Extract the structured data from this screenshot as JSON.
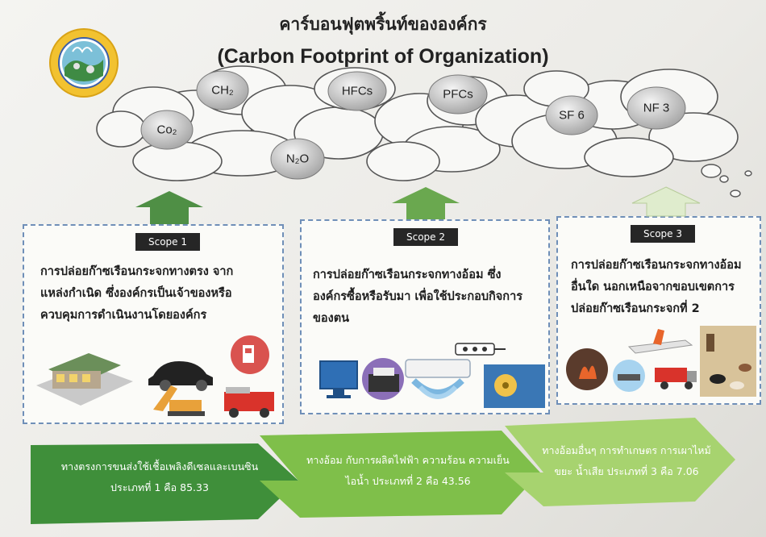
{
  "header": {
    "title_th": "คาร์บอนฟุตพริ้นท์ขององค์กร",
    "title_en": "(Carbon Footprint of Organization)"
  },
  "gases": [
    "Co₂",
    "CH₂",
    "N₂O",
    "HFCs",
    "PFCs",
    "SF 6",
    "NF 3"
  ],
  "scopes": [
    {
      "tag": "Scope 1",
      "desc": [
        "การปล่อยก๊าซเรือนกระจกทางตรง จาก",
        "แหล่งกำเนิด ซึ่งองค์กรเป็นเจ้าของหรือ",
        "ควบคุมการดำเนินงานโดยองค์กร"
      ]
    },
    {
      "tag": "Scope 2",
      "desc": [
        "การปล่อยก๊าซเรือนกระจกทางอ้อม ซึ่ง",
        "องค์กรซื้อหรือรับมา เพื่อใช้ประกอบกิจการ",
        "ของตน"
      ]
    },
    {
      "tag": "Scope 3",
      "desc": [
        "การปล่อยก๊าซเรือนกระจกทางอ้อม",
        "อื่นใด นอกเหนือจากขอบเขตการ",
        "ปล่อยก๊าซเรือนกระจกที่ 2"
      ]
    }
  ],
  "bands": [
    {
      "line1": "ทางตรงการขนส่งใช้เชื้อเพลิงดีเซลและเบนซิน",
      "line2": "ประเภทที่ 1 คือ 85.33",
      "color": "#3f8f3a"
    },
    {
      "line1": "ทางอ้อม กับการผลิตไฟฟ้า ความร้อน ความเย็น",
      "line2": "ไอน้ำ ประเภทที่ 2 คือ 43.56",
      "color": "#7fbf4a"
    },
    {
      "line1": "ทางอ้อมอื่นๆ การทำเกษตร การเผาไหม้",
      "line2": "ขยะ น้ำเสีย ประเภทที่ 3 คือ 7.06",
      "color": "#a7d36f"
    }
  ],
  "colors": {
    "arrow_dark": "#4f8f45",
    "arrow_mid": "#6aa84f",
    "arrow_light": "#dfeccd",
    "box_border": "#6f8fb8"
  }
}
